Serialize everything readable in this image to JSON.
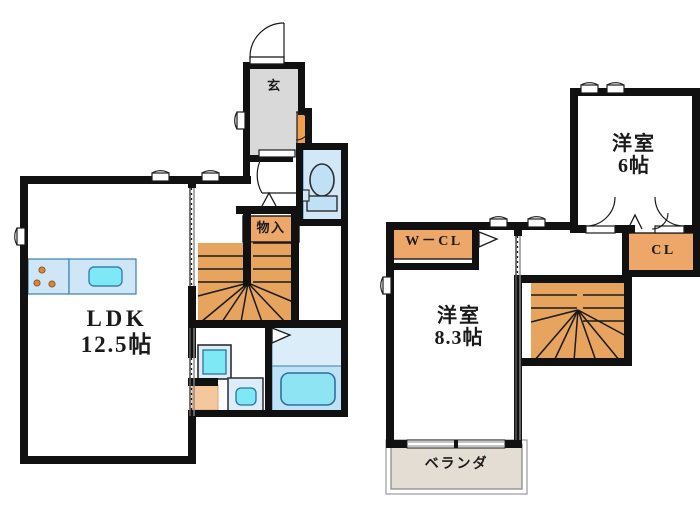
{
  "document": {
    "type": "residential-floor-plan",
    "title": "Two-story apartment floor plan",
    "floors": [
      {
        "id": "first-floor",
        "position": "left"
      },
      {
        "id": "second-floor",
        "position": "right"
      }
    ]
  },
  "colors": {
    "wall": "#111111",
    "thin_wall": "#555555",
    "closet_fill": "#eda869",
    "closet_stroke": "#1a1a1a",
    "stair_fill": "#e8a košice",
    "stair_tread": "#e5a55f",
    "stair_line": "#1a1a1a",
    "water_fill": "#cfe6f7",
    "water_fill_strong": "#7fe0f0",
    "water_stroke": "#3a7fb5",
    "entry_floor": "#d9d9d9",
    "veranda_fill": "#e3ddd4",
    "veranda_stroke": "#8d8d8d",
    "wood_peach": "#f2c79c",
    "text": "#1a1a1a",
    "background": "#ffffff"
  },
  "first_floor": {
    "rooms": [
      {
        "key": "ldk",
        "name": "LDK",
        "label": "LDK",
        "size": "12.5帖",
        "size_value": 12.5,
        "size_unit": "帖"
      },
      {
        "key": "genkan",
        "name": "entrance",
        "label": "玄",
        "size": "",
        "size_unit": ""
      },
      {
        "key": "monoire",
        "name": "storage-closet",
        "label": "物入",
        "size": "",
        "size_unit": ""
      }
    ],
    "fixtures": [
      {
        "key": "stove",
        "name": "gas-stove-3-burner",
        "burners": 3
      },
      {
        "key": "sink",
        "name": "kitchen-sink"
      },
      {
        "key": "toilet",
        "name": "toilet"
      },
      {
        "key": "washbasin",
        "name": "wash-basin"
      },
      {
        "key": "bathtub",
        "name": "bathtub"
      },
      {
        "key": "washing-machine",
        "name": "washing-machine-space"
      },
      {
        "key": "shoe-cabinet",
        "name": "shoe-cabinet"
      },
      {
        "key": "stairs",
        "name": "winder-staircase-up"
      }
    ]
  },
  "second_floor": {
    "rooms": [
      {
        "key": "washitsu-83",
        "name": "western-room-8.3",
        "label": "洋室",
        "size": "8.3帖",
        "size_value": 8.3,
        "size_unit": "帖"
      },
      {
        "key": "washitsu-6",
        "name": "western-room-6",
        "label": "洋室",
        "size": "6帖",
        "size_value": 6,
        "size_unit": "帖"
      },
      {
        "key": "wcl",
        "name": "walk-in-closet",
        "label": "W－CL",
        "size": "",
        "size_unit": ""
      },
      {
        "key": "cl",
        "name": "closet",
        "label": "CL",
        "size": "",
        "size_unit": ""
      },
      {
        "key": "veranda",
        "name": "veranda",
        "label": "ベランダ",
        "size": "",
        "size_unit": ""
      }
    ],
    "fixtures": [
      {
        "key": "stairs-down",
        "name": "winder-staircase-down"
      }
    ]
  }
}
